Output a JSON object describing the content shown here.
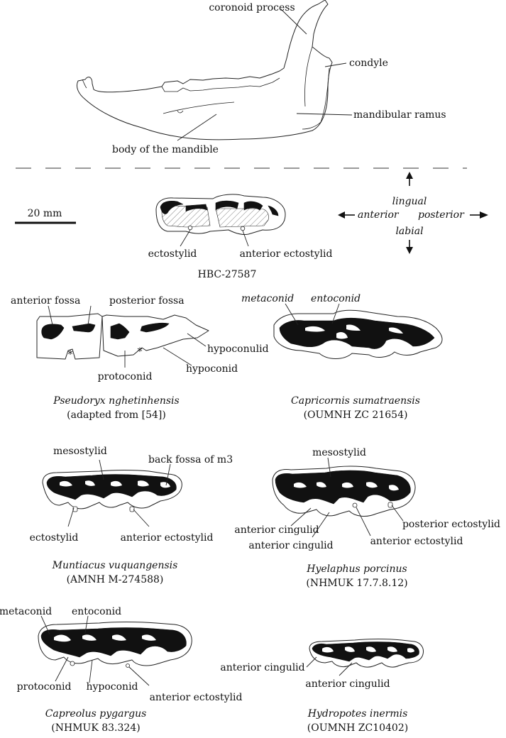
{
  "top": {
    "coronoid": "coronoid process",
    "condyle": "condyle",
    "ramus": "mandibular ramus",
    "body": "body of the mandible"
  },
  "scale": "20 mm",
  "orientation": {
    "lingual": "lingual",
    "anterior": "anterior",
    "posterior": "posterior",
    "labial": "labial"
  },
  "hbc": {
    "ecto": "ectostylid",
    "antEcto": "anterior ectostylid",
    "caption": "HBC-27587"
  },
  "pseudoryx": {
    "antFossa": "anterior fossa",
    "postFossa": "posterior fossa",
    "hypoconulid": "hypoconulid",
    "hypoconid": "hypoconid",
    "protoconid": "protoconid",
    "star": "*",
    "species": "Pseudoryx nghetinhensis",
    "source": "(adapted from [54])"
  },
  "capricornis": {
    "metaconid": "metaconid",
    "entoconid": "entoconid",
    "species": "Capricornis sumatraensis",
    "source": "(OUMNH ZC 21654)"
  },
  "muntiacus": {
    "mesostylid": "mesostylid",
    "backFossa": "back fossa of m3",
    "ecto": "ectostylid",
    "antEcto": "anterior ectostylid",
    "species": "Muntiacus vuquangensis",
    "source": "(AMNH M-274588)"
  },
  "hyelaphus": {
    "mesostylid": "mesostylid",
    "antCing1": "anterior cingulid",
    "antCing2": "anterior cingulid",
    "postEcto": "posterior ectostylid",
    "antEcto": "anterior ectostylid",
    "species": "Hyelaphus porcinus",
    "source": "(NHMUK 17.7.8.12)"
  },
  "capreolus": {
    "metaconid": "metaconid",
    "entoconid": "entoconid",
    "protoconid": "protoconid",
    "hypoconid": "hypoconid",
    "antEcto": "anterior ectostylid",
    "species": "Capreolus pygargus",
    "source": "(NHMUK 83.324)"
  },
  "hydropotes": {
    "antCing1": "anterior cingulid",
    "antCing2": "anterior cingulid",
    "species": "Hydropotes inermis",
    "source": "(OUMNH ZC10402)"
  }
}
